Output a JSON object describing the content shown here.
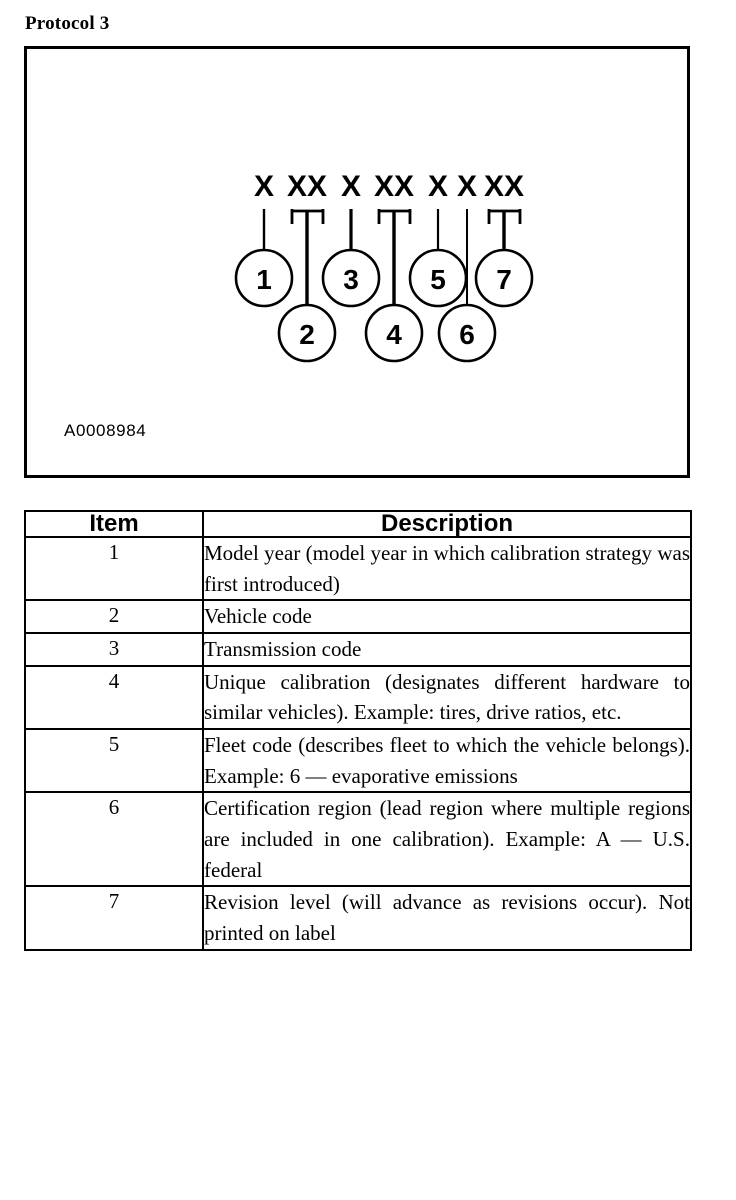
{
  "document": {
    "title": "Protocol 3"
  },
  "figure": {
    "id_label": "A0008984",
    "code_mask": "X XX X XX X X XX",
    "mask_groups": [
      {
        "text": "X",
        "item": 1
      },
      {
        "text": "XX",
        "item": 2
      },
      {
        "text": "X",
        "item": 3
      },
      {
        "text": "XX",
        "item": 4
      },
      {
        "text": "X",
        "item": 5
      },
      {
        "text": "X",
        "item": 6
      },
      {
        "text": "XX",
        "item": 7
      }
    ],
    "callouts": [
      {
        "number": "1",
        "row": "upper",
        "leader": "line"
      },
      {
        "number": "2",
        "row": "lower",
        "leader": "bracket"
      },
      {
        "number": "3",
        "row": "upper",
        "leader": "line"
      },
      {
        "number": "4",
        "row": "lower",
        "leader": "bracket"
      },
      {
        "number": "5",
        "row": "upper",
        "leader": "line"
      },
      {
        "number": "6",
        "row": "lower",
        "leader": "line"
      },
      {
        "number": "7",
        "row": "upper",
        "leader": "bracket"
      }
    ]
  },
  "table": {
    "headers": {
      "item": "Item",
      "description": "Description"
    },
    "rows": [
      {
        "item": "1",
        "description": "Model year (model year in which calibration strategy was first introduced)"
      },
      {
        "item": "2",
        "description": "Vehicle code"
      },
      {
        "item": "3",
        "description": "Transmission code"
      },
      {
        "item": "4",
        "description": "Unique calibration (designates different hardware to similar vehicles). Example: tires, drive ratios, etc."
      },
      {
        "item": "5",
        "description": "Fleet code (describes fleet to which the vehicle belongs). Example: 6 — evaporative emissions"
      },
      {
        "item": "6",
        "description": "Certification region (lead region where multiple regions are included in one calibration). Example: A — U.S. federal"
      },
      {
        "item": "7",
        "description": "Revision level (will advance as revisions occur). Not printed on label"
      }
    ]
  },
  "colors": {
    "ink": "#000000",
    "paper": "#ffffff"
  }
}
